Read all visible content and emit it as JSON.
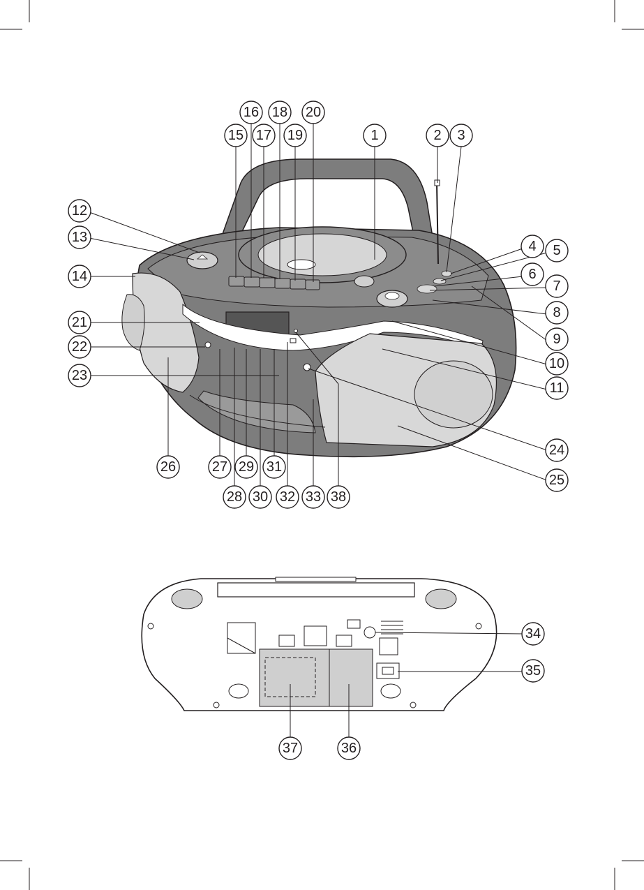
{
  "colors": {
    "body": "#7d7d7d",
    "dark": "#555555",
    "light": "#cfcfcf",
    "highlight": "#ffffff",
    "line": "#231f20"
  },
  "front_view": {
    "callouts": [
      "1",
      "2",
      "3",
      "4",
      "5",
      "6",
      "7",
      "8",
      "9",
      "10",
      "11",
      "12",
      "13",
      "14",
      "15",
      "16",
      "17",
      "18",
      "19",
      "20",
      "21",
      "22",
      "23",
      "24",
      "25",
      "26",
      "27",
      "28",
      "29",
      "30",
      "31",
      "32",
      "33",
      "38"
    ]
  },
  "rear_view": {
    "callouts": [
      "34",
      "35",
      "36",
      "37"
    ]
  }
}
